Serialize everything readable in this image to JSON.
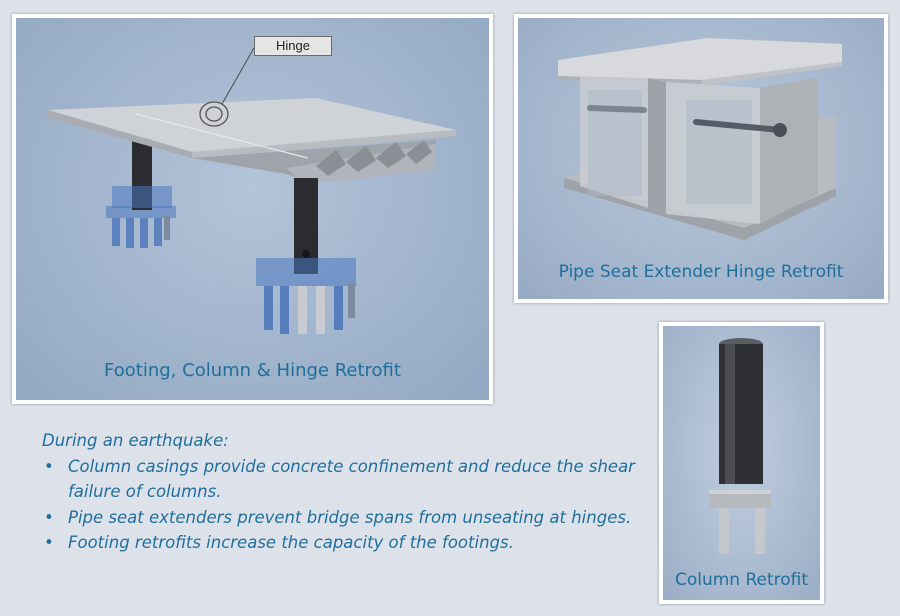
{
  "panels": {
    "footing": {
      "caption": "Footing, Column & Hinge Retrofit",
      "callout_label": "Hinge"
    },
    "hinge": {
      "caption": "Pipe Seat Extender Hinge Retrofit"
    },
    "column": {
      "caption": "Column Retrofit"
    }
  },
  "notes": {
    "heading": "During an earthquake:",
    "bullets": [
      "Column casings provide concrete confinement and reduce the shear failure of columns.",
      "Pipe seat extenders prevent bridge spans from unseating at hinges.",
      "Footing retrofits increase the capacity of the footings."
    ]
  },
  "colors": {
    "caption_text": "#1f6f9c",
    "background": "#dde2ea",
    "panel_border": "#ffffff",
    "footing_blue": "#4a78c0"
  }
}
